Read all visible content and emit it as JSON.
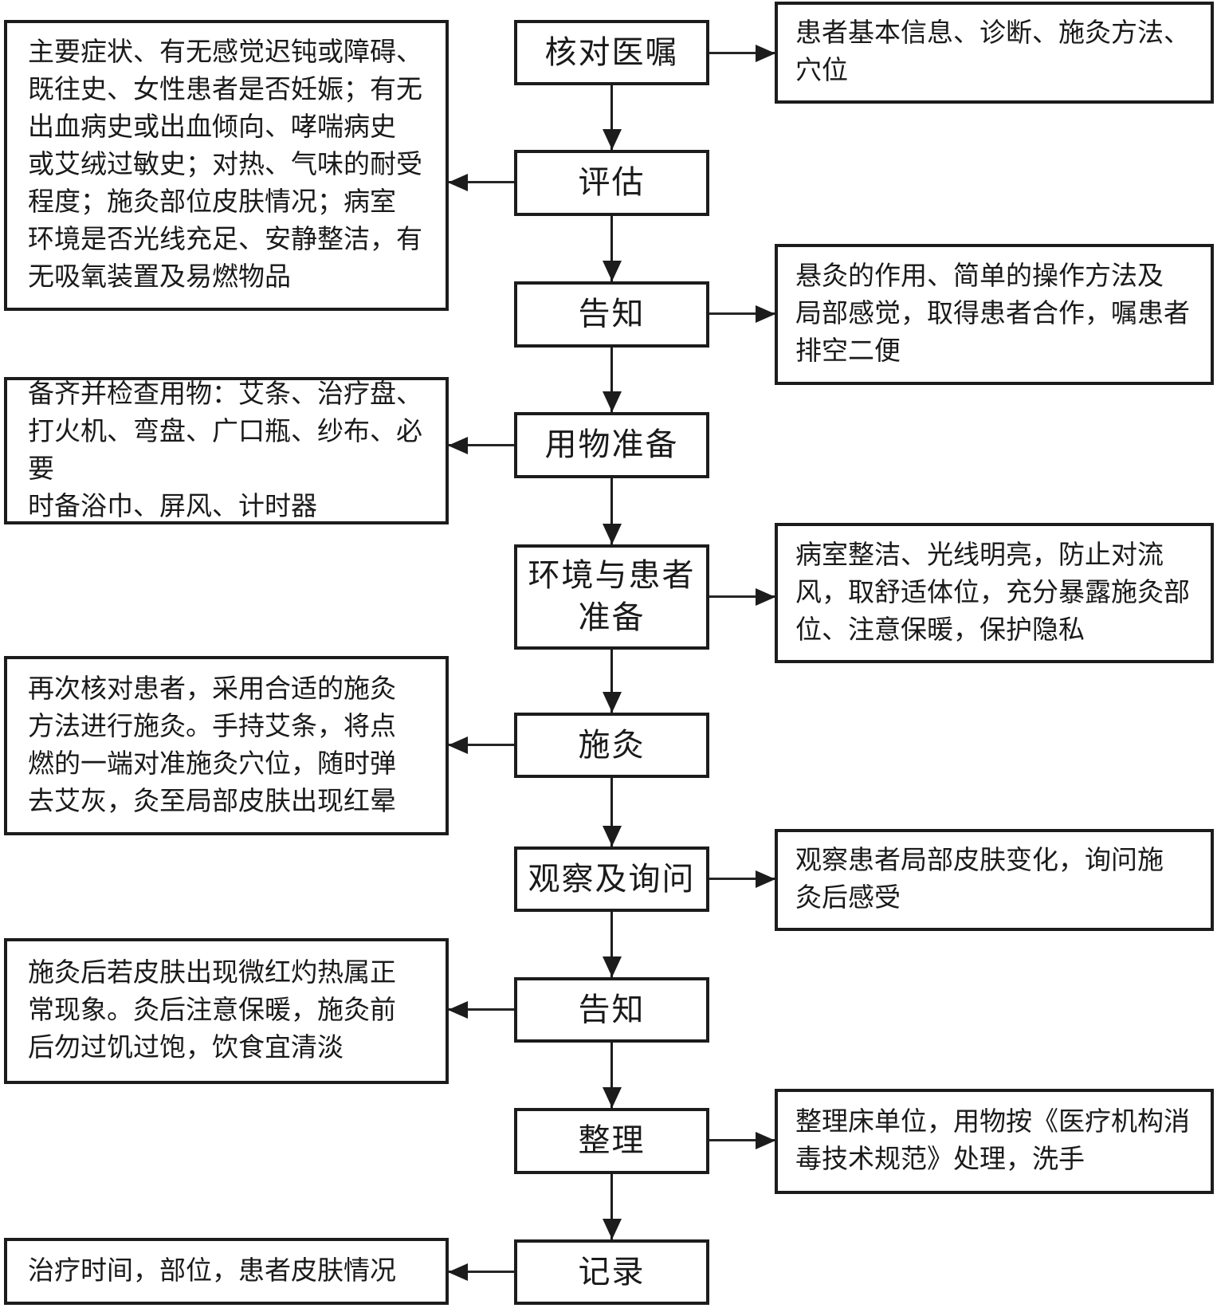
{
  "flowchart": {
    "colors": {
      "border": "#1c1c1c",
      "background": "#ffffff",
      "text": "#1a1a1a"
    },
    "center_nodes": [
      {
        "label": "核对医嘱"
      },
      {
        "label": "评估"
      },
      {
        "label": "告知"
      },
      {
        "label": "用物准备"
      },
      {
        "label": "环境与患者\n准备"
      },
      {
        "label": "施灸"
      },
      {
        "label": "观察及询问"
      },
      {
        "label": "告知"
      },
      {
        "label": "整理"
      },
      {
        "label": "记录"
      }
    ],
    "left_notes": [
      {
        "connects_to": "评估",
        "text": "主要症状、有无感觉迟钝或障碍、\n既往史、女性患者是否妊娠；有无\n出血病史或出血倾向、哮喘病史\n或艾绒过敏史；对热、气味的耐受\n程度；施灸部位皮肤情况；病室\n环境是否光线充足、安静整洁，有\n无吸氧装置及易燃物品"
      },
      {
        "connects_to": "用物准备",
        "text": "备齐并检查用物：艾条、治疗盘、\n打火机、弯盘、广口瓶、纱布、必要\n时备浴巾、屏风、计时器"
      },
      {
        "connects_to": "施灸",
        "text": "再次核对患者，采用合适的施灸\n方法进行施灸。手持艾条，将点\n燃的一端对准施灸穴位，随时弹\n去艾灰，灸至局部皮肤出现红晕"
      },
      {
        "connects_to": "告知",
        "text": "施灸后若皮肤出现微红灼热属正\n常现象。灸后注意保暖，施灸前\n后勿过饥过饱，饮食宜清淡"
      },
      {
        "connects_to": "记录",
        "text": "治疗时间，部位，患者皮肤情况"
      }
    ],
    "right_notes": [
      {
        "connects_to": "核对医嘱",
        "text": "患者基本信息、诊断、施灸方法、\n穴位"
      },
      {
        "connects_to": "告知",
        "text": "悬灸的作用、简单的操作方法及\n局部感觉，取得患者合作，嘱患者\n排空二便"
      },
      {
        "connects_to": "环境与患者准备",
        "text": "病室整洁、光线明亮，防止对流\n风，取舒适体位，充分暴露施灸部\n位、注意保暖，保护隐私"
      },
      {
        "connects_to": "观察及询问",
        "text": "观察患者局部皮肤变化，询问施\n灸后感受"
      },
      {
        "connects_to": "整理",
        "text": "整理床单位，用物按《医疗机构消\n毒技术规范》处理，洗手"
      }
    ]
  }
}
